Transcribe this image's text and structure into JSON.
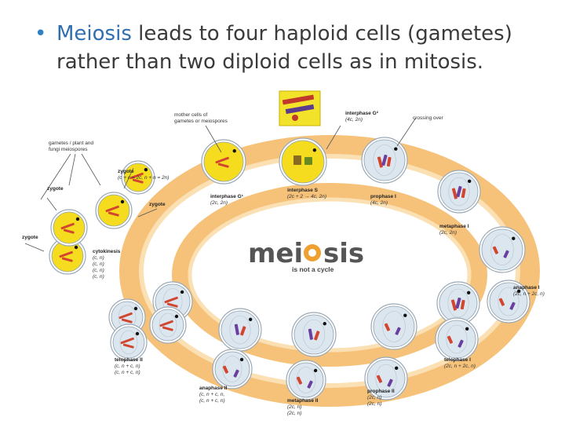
{
  "slide": {
    "bullet": "•",
    "keyword": "Meiosis",
    "line1_rest": " leads to four haploid cells (gametes)",
    "line2": "rather than two diploid cells as in mitosis."
  },
  "diagram": {
    "logo_word_a": "mei",
    "logo_word_b": "sis",
    "logo_sub": "is not a cycle",
    "colors": {
      "ring": "#f6c27a",
      "cell_yellow": "#f5dc1e",
      "cell_blue": "#dce6ef",
      "chrom_red": "#d2452f",
      "chrom_purple": "#6a3fa0",
      "logo_orange": "#f0a030"
    },
    "labels": {
      "mother_cells_1": "mother cells of",
      "mother_cells_2": "gametes or meiospores",
      "interphase_g2": "interphase G²",
      "interphase_g2_sub": "(4c, 2n)",
      "crossing_over": "crossing over",
      "gametes_1": "gametes / plant and",
      "gametes_2": "fungi meiospores",
      "zygote_top": "zygote",
      "zygote_top_sub": "(c + c = 2c, n + n = 2n)",
      "zygote_left": "zygote",
      "zygote_mid": "zygote",
      "zygote_far": "zygote",
      "interphase_g1": "interphase G¹",
      "interphase_g1_sub": "(2c, 2n)",
      "interphase_s": "interphase S",
      "interphase_s_sub": "(2c + 2 → 4c, 2n)",
      "prophase_1": "prophase I",
      "prophase_1_sub": "(4c, 2n)",
      "metaphase_1": "metaphase I",
      "metaphase_1_sub": "(2c, 2n)",
      "cytokinesis": "cytokinesis",
      "cyto_1": "(c, n)",
      "cyto_2": "(c, n)",
      "cyto_3": "(c, n)",
      "cyto_4": "(c, n)",
      "anaphase_1": "anaphase I",
      "anaphase_1_sub": "(2c, n + 2c, n)",
      "telophase_2": "telophase II",
      "telophase_2_sub1": "(c, n + c, n)",
      "telophase_2_sub2": "(c, n + c, n)",
      "telophase_1": "telophase I",
      "telophase_1_sub": "(2c, n + 2c, n)",
      "anaphase_2": "anaphase II",
      "anaphase_2_sub1": "(c, n + c, n,",
      "anaphase_2_sub2": "(c, n + c, n)",
      "metaphase_2": "metaphase II",
      "metaphase_2_sub1": "(2c, n)",
      "metaphase_2_sub2": "(2c, n)",
      "prophase_2": "prophase II",
      "prophase_2_sub1": "(2c, n)",
      "prophase_2_sub2": "(2c, n)"
    }
  }
}
